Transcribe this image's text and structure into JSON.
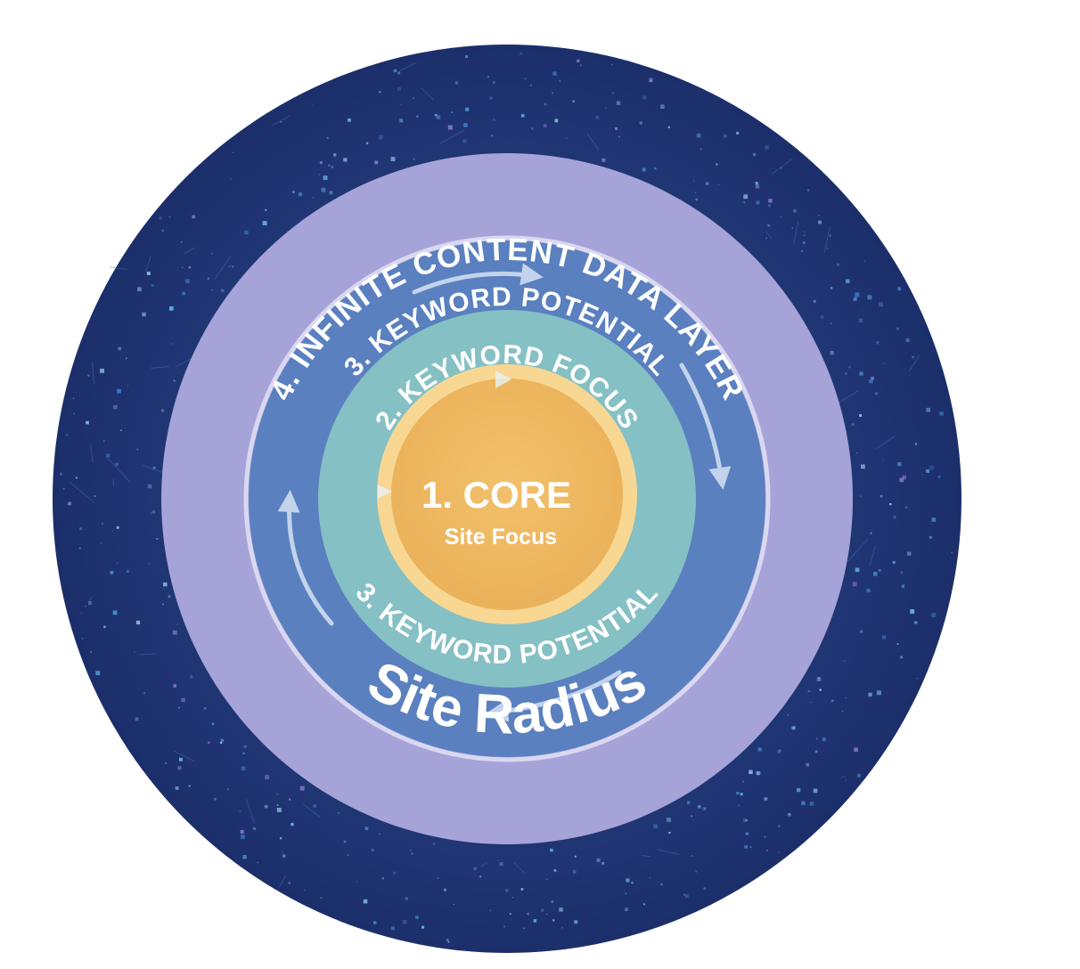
{
  "rings": {
    "outer": {
      "label": "4. INFINITE CONTENT DATA LAYER",
      "color": "#22397a"
    },
    "potential": {
      "label_top": "3. KEYWORD POTENTIAL",
      "label_bottom": "3. KEYWORD POTENTIAL",
      "color": "#a6a3d8"
    },
    "flow": {
      "color": "#5a80bf",
      "arrow_color": "#b9cbe8"
    },
    "focus": {
      "label": "2. KEYWORD FOCUS",
      "color": "#85c0c4"
    },
    "core": {
      "title": "1. CORE",
      "subtitle": "Site Focus",
      "color": "#efba62",
      "rim_color": "#f8d793"
    }
  },
  "footer": {
    "label": "Site Radius"
  },
  "icons": [
    "clockwise-flow-arrow-icon"
  ]
}
